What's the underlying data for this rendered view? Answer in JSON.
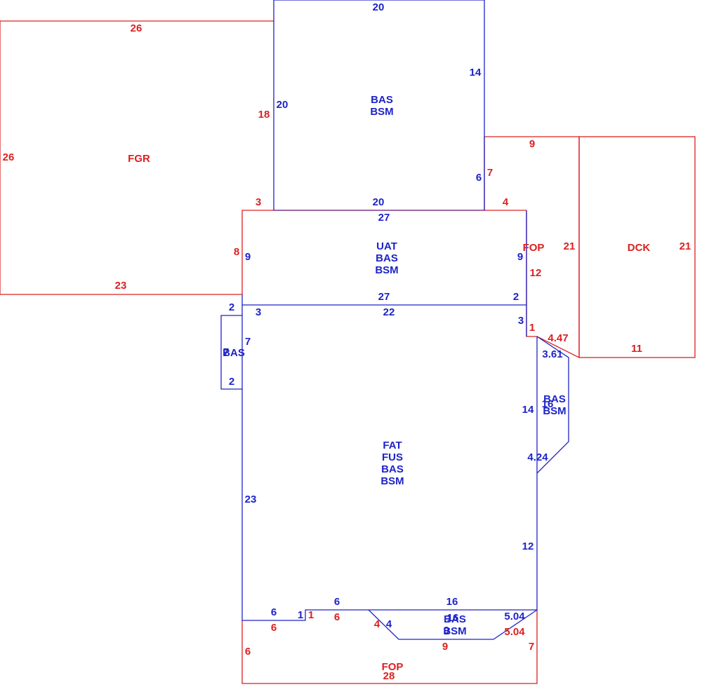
{
  "colors": {
    "existing": "#1e23c8",
    "proposed": "#dc2020"
  },
  "areas": [
    {
      "id": "fgr",
      "color": "red",
      "lines": [
        "FGR"
      ]
    },
    {
      "id": "bas-top",
      "color": "blue",
      "lines": [
        "BAS",
        "BSM"
      ]
    },
    {
      "id": "uat",
      "color": "blue",
      "lines": [
        "UAT",
        "BAS",
        "BSM"
      ]
    },
    {
      "id": "fop-right",
      "color": "red",
      "lines": [
        "FOP"
      ]
    },
    {
      "id": "dck",
      "color": "red",
      "lines": [
        "DCK"
      ]
    },
    {
      "id": "bas-left",
      "color": "blue",
      "lines": [
        "BAS"
      ]
    },
    {
      "id": "bas-right",
      "color": "blue",
      "lines": [
        "BAS",
        "BSM"
      ]
    },
    {
      "id": "main",
      "color": "blue",
      "lines": [
        "FAT",
        "FUS",
        "BAS",
        "BSM"
      ]
    },
    {
      "id": "bas-bottom",
      "color": "blue",
      "lines": [
        "BAS",
        "BSM"
      ]
    },
    {
      "id": "fop-bottom",
      "color": "red",
      "lines": [
        "FOP"
      ]
    }
  ],
  "dimensions": {
    "fgr": {
      "color": "red",
      "values": [
        "26",
        "26",
        "18",
        "3",
        "8",
        "23"
      ]
    },
    "bas_top": {
      "color": "blue",
      "values": [
        "20",
        "14",
        "20",
        "6",
        "20"
      ]
    },
    "fop_right": {
      "color": "red",
      "values": [
        "9",
        "7",
        "4",
        "21",
        "12",
        "1",
        "4.47"
      ]
    },
    "dck": {
      "color": "red",
      "values": [
        "21",
        "11"
      ]
    },
    "uat": {
      "color": "blue",
      "values": [
        "27",
        "9",
        "9",
        "27",
        "2"
      ]
    },
    "main": {
      "color": "blue",
      "values": [
        "22",
        "3",
        "3",
        "23",
        "14",
        "4.24",
        "12",
        "3.61",
        "6",
        "1",
        "6",
        "16"
      ]
    },
    "bas_left": {
      "color": "blue",
      "values": [
        "2",
        "7",
        "7",
        "2"
      ]
    },
    "bas_right": {
      "color": "blue",
      "values": [
        "16"
      ]
    },
    "bas_bottom": {
      "color": "blue",
      "values": [
        "16",
        "4",
        "5.04",
        "9"
      ]
    },
    "fop_bottom": {
      "color": "red",
      "values": [
        "6",
        "1",
        "6",
        "4",
        "5.04",
        "6",
        "7",
        "9",
        "28"
      ]
    }
  }
}
